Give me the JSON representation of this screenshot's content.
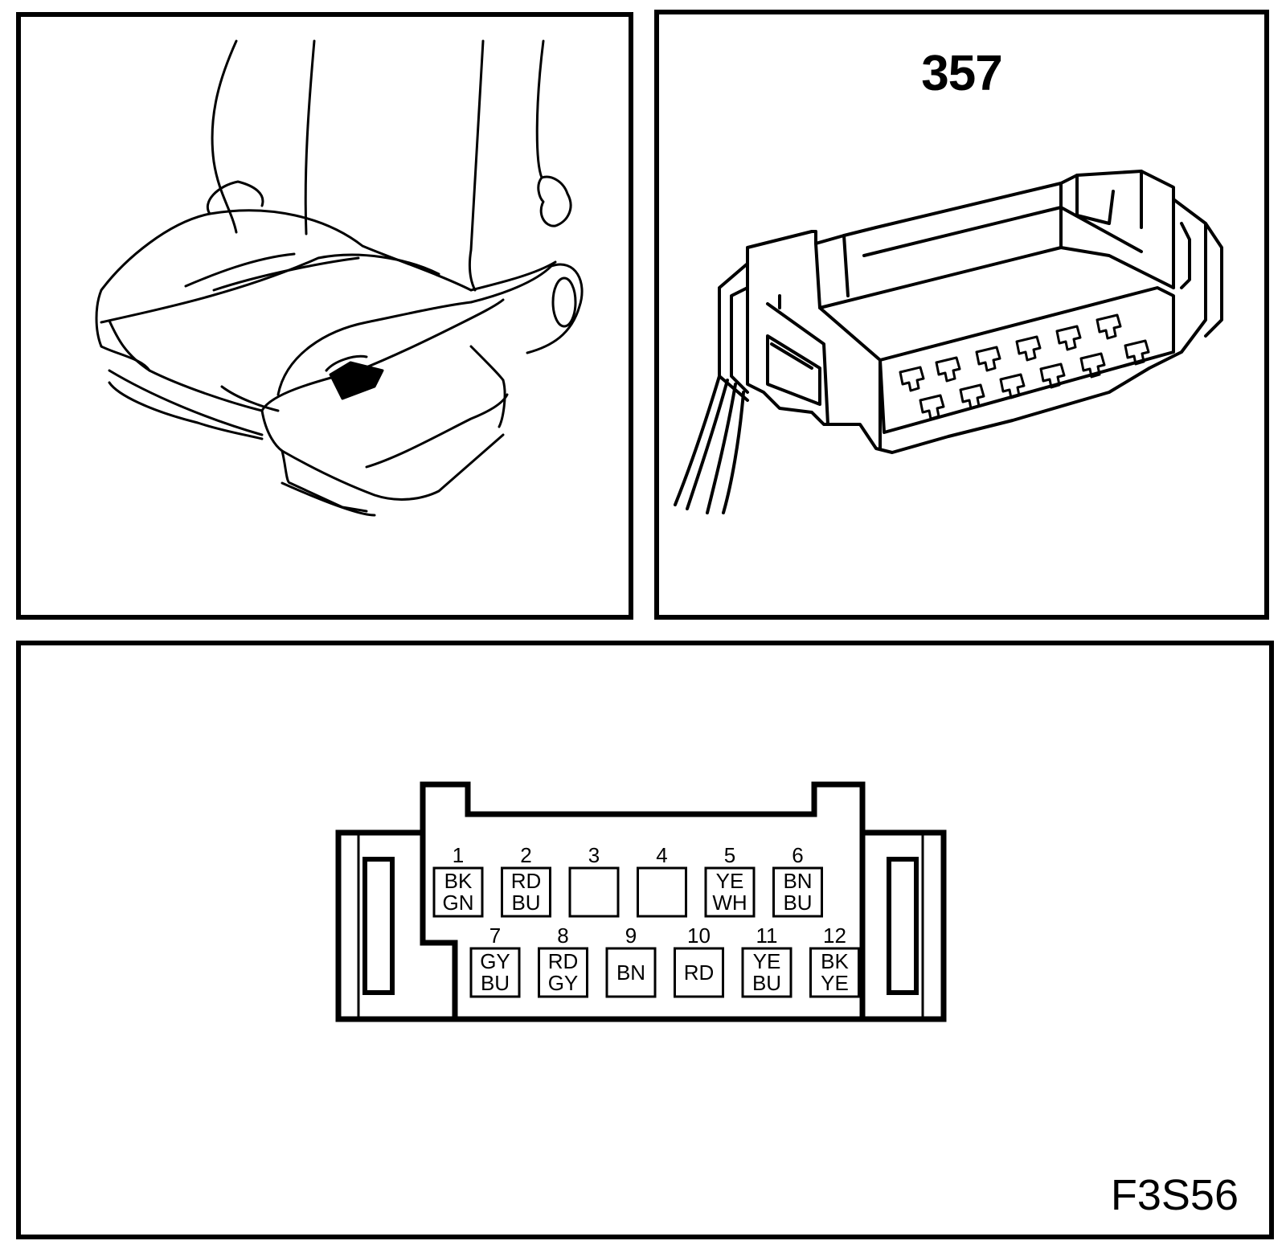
{
  "connector": {
    "id": "357",
    "figure_code": "F3S56"
  },
  "pinout": {
    "top_row": [
      {
        "pin": "1",
        "colors": [
          "BK",
          "GN"
        ]
      },
      {
        "pin": "2",
        "colors": [
          "RD",
          "BU"
        ]
      },
      {
        "pin": "3",
        "colors": []
      },
      {
        "pin": "4",
        "colors": []
      },
      {
        "pin": "5",
        "colors": [
          "YE",
          "WH"
        ]
      },
      {
        "pin": "6",
        "colors": [
          "BN",
          "BU"
        ]
      }
    ],
    "bottom_row": [
      {
        "pin": "7",
        "colors": [
          "GY",
          "BU"
        ]
      },
      {
        "pin": "8",
        "colors": [
          "RD",
          "GY"
        ]
      },
      {
        "pin": "9",
        "colors": [
          "BN"
        ]
      },
      {
        "pin": "10",
        "colors": [
          "RD"
        ]
      },
      {
        "pin": "11",
        "colors": [
          "YE",
          "BU"
        ]
      },
      {
        "pin": "12",
        "colors": [
          "BK",
          "YE"
        ]
      }
    ]
  },
  "icons": {
    "seat": "car-seat-illustration",
    "connector": "connector-housing-illustration"
  },
  "colors": {
    "ink": "#000000",
    "paper": "#ffffff"
  }
}
